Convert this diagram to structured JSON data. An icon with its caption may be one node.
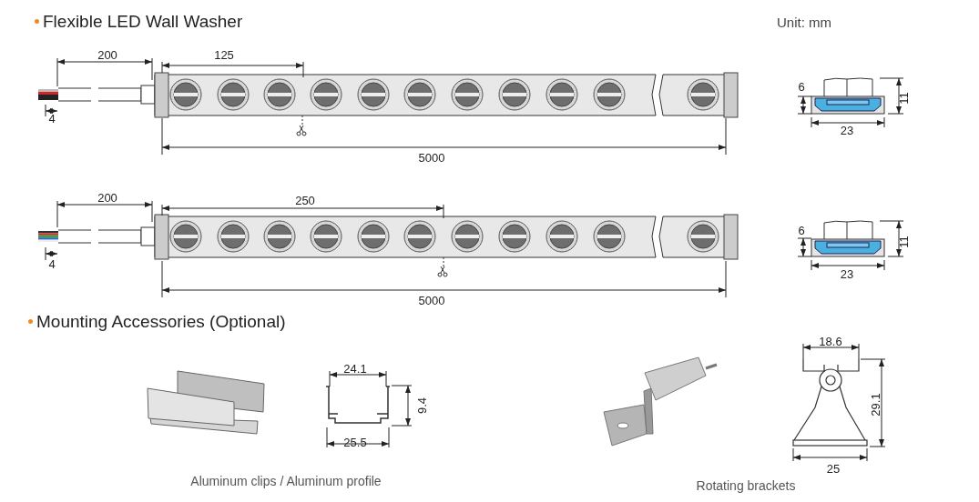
{
  "diagram": {
    "title": "Flexible LED Wall Washer",
    "labels": [
      "Unit: mm",
      "200",
      "125",
      "6",
      "11",
      "4",
      "23",
      "5000",
      "200",
      "250",
      "6",
      "11",
      "4",
      "23",
      "5000",
      "Mounting Accessories (Optional)",
      "24.1",
      "18.6",
      "9.4",
      "29.1",
      "25.5",
      "25",
      "Aluminum clips / Aluminum profile",
      "Rotating brackets"
    ]
  }
}
